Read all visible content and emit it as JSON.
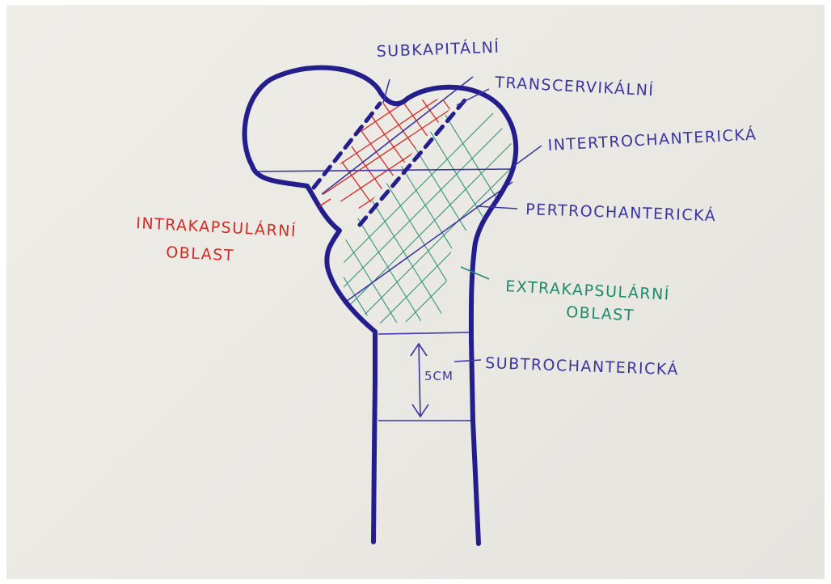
{
  "diagram": {
    "labels": {
      "subcapital": "SUBKAPITÁLNÍ",
      "transcervical": "TRANSCERVIKÁLNÍ",
      "intertrochanteric": "INTERTROCHANTERICKÁ",
      "pertrochanteric": "PERTROCHANTERICKÁ",
      "intracapsular_line1": "INTRAKAPSULÁRNÍ",
      "intracapsular_line2": "OBLAST",
      "extracapsular_line1": "EXTRAKAPSULÁRNÍ",
      "extracapsular_line2": "OBLAST",
      "subtrochanteric": "SUBTROCHANTERICKÁ",
      "measure": "5CM"
    },
    "colors": {
      "bone_outline": "#231e8c",
      "line_ink": "#3b35a0",
      "intracapsular": "#d42a22",
      "extracapsular": "#1f8a6e",
      "paper": "#ebe9e4"
    }
  }
}
